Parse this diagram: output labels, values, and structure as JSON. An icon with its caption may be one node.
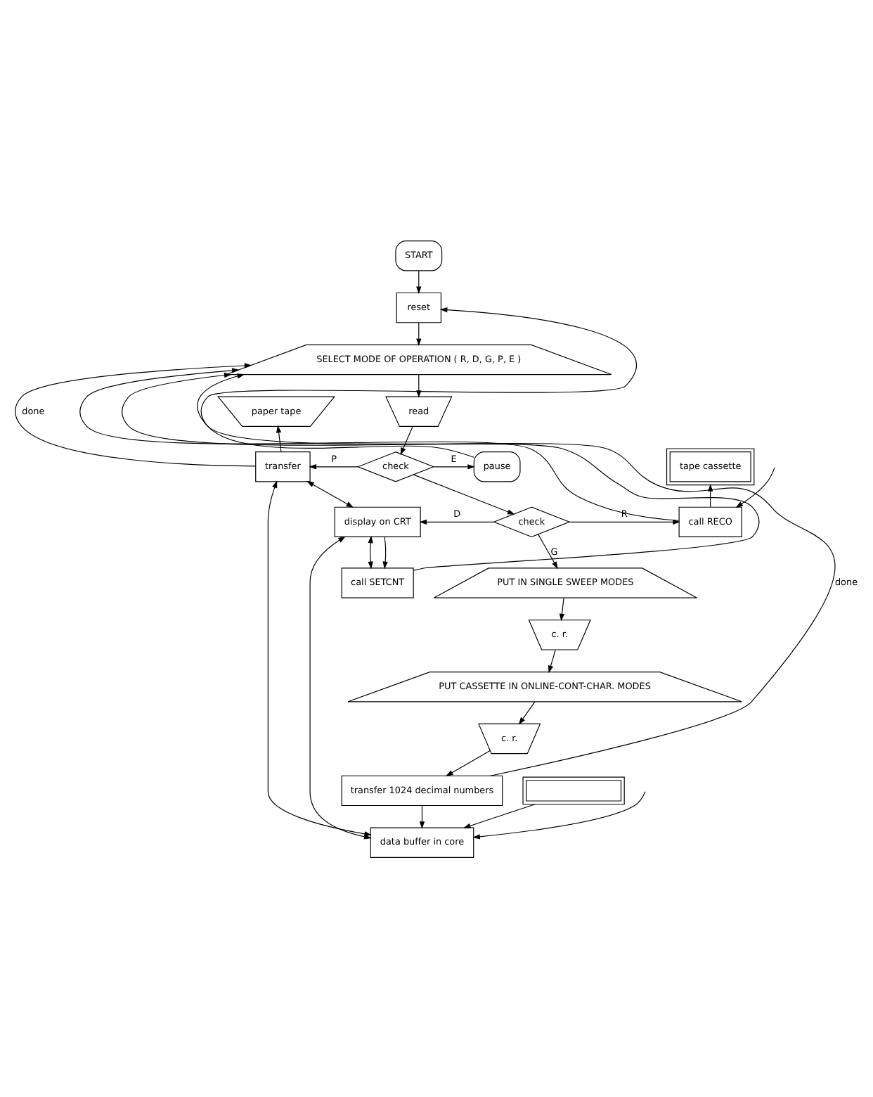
{
  "diagram": {
    "nodes": [
      {
        "text": [
          "START"
        ]
      },
      {
        "text": [
          "reset"
        ]
      },
      {
        "text": [
          "SELECT MODE OF OPERATION ( R, D, G, P, E )"
        ]
      },
      {
        "text": [
          "paper tape"
        ]
      },
      {
        "text": [
          "read"
        ]
      },
      {
        "text": [
          "transfer"
        ]
      },
      {
        "text": [
          "check"
        ]
      },
      {
        "text": [
          "pause"
        ]
      },
      {
        "text": [
          "tape cassette"
        ]
      },
      {
        "text": [
          "display on CRT"
        ]
      },
      {
        "text": [
          "check"
        ]
      },
      {
        "text": [
          "call RECO"
        ]
      },
      {
        "text": [
          "call SETCNT"
        ]
      },
      {
        "text": [
          "PUT IN SINGLE SWEEP MODES"
        ]
      },
      {
        "text": [
          "c. r."
        ]
      },
      {
        "text": [
          "PUT CASSETTE IN ONLINE-CONT-CHAR. MODES"
        ]
      },
      {
        "text": [
          "c. r."
        ]
      },
      {
        "text": [],
        "shape": "box"
      },
      {
        "text": [
          "transfer 1024 decimal numbers"
        ]
      },
      {
        "text": [
          "data buffer in core"
        ]
      }
    ],
    "edges": [
      {
        "from": 0,
        "to": 1,
        "arrow": "to"
      },
      {
        "from": 7,
        "to": 1,
        "arrow": "to"
      },
      {
        "from": 1,
        "to": 2,
        "arrow": "to"
      },
      {
        "from": 5,
        "to": 2,
        "label": "done",
        "arrow": "to"
      },
      {
        "from": 12,
        "to": 2,
        "arrow": "to"
      },
      {
        "from": 18,
        "to": 2,
        "label": "done",
        "arrow": "to"
      },
      {
        "from": 11,
        "to": 2,
        "arrow": "to"
      },
      {
        "from": 2,
        "to": 4,
        "arrow": "to"
      },
      {
        "from": 4,
        "to": 6,
        "arrow": "to"
      },
      {
        "from": 6,
        "to": 5,
        "label": "P",
        "arrow": "to"
      },
      {
        "from": 6,
        "to": 7,
        "label": "E",
        "arrow": "to"
      },
      {
        "from": 6,
        "to": 10,
        "arrow": "to"
      },
      {
        "from": 5,
        "to": 3,
        "arrow": "to"
      },
      {
        "from": 5,
        "to": 9,
        "arrow": "both"
      },
      {
        "from": 5,
        "to": 19,
        "arrow": "both"
      },
      {
        "from": 9,
        "to": 19,
        "arrow": "both"
      },
      {
        "from": 9,
        "to": 12,
        "arrow": "both"
      },
      {
        "from": 9,
        "to": 12,
        "arrow": "to"
      },
      {
        "from": 10,
        "to": 9,
        "label": "D",
        "arrow": "to"
      },
      {
        "from": 10,
        "to": 11,
        "label": "R",
        "arrow": "to"
      },
      {
        "from": 10,
        "to": 13,
        "label": "G",
        "arrow": "to"
      },
      {
        "from": 11,
        "to": 8,
        "arrow": "to"
      },
      {
        "from": null,
        "to": 11,
        "arrow": "to"
      },
      {
        "from": 13,
        "to": 14,
        "arrow": "to"
      },
      {
        "from": 14,
        "to": 15,
        "arrow": "to"
      },
      {
        "from": 15,
        "to": 16,
        "arrow": "to"
      },
      {
        "from": 16,
        "to": 18,
        "arrow": "to"
      },
      {
        "from": 18,
        "to": 19,
        "arrow": "to"
      },
      {
        "from": 17,
        "to": 19,
        "arrow": "to"
      },
      {
        "from": null,
        "to": 19,
        "arrow": "to"
      }
    ]
  }
}
